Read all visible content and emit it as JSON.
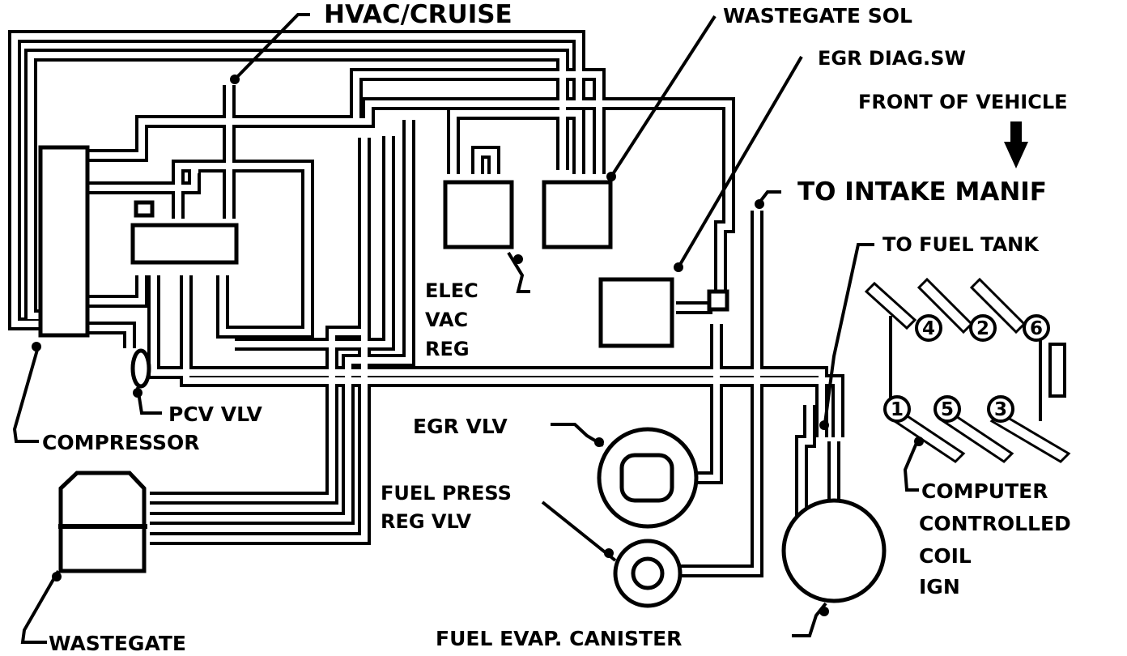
{
  "labels": {
    "hvac_cruise": "HVAC/CRUISE",
    "wastegate_sol": "WASTEGATE SOL",
    "egr_diag_sw": "EGR DIAG.SW",
    "front_of_vehicle": "FRONT OF VEHICLE",
    "to_intake_manif": "TO INTAKE MANIF",
    "to_fuel_tank": "TO FUEL TANK",
    "elec_vac_reg": [
      "ELEC",
      "VAC",
      "REG"
    ],
    "pcv_vlv": "PCV VLV",
    "compressor": "COMPRESSOR",
    "egr_vlv": "EGR  VLV",
    "fuel_press_reg_vlv": [
      "FUEL PRESS",
      "REG VLV"
    ],
    "computer_controlled_coil_ign": [
      "COMPUTER",
      "CONTROLLED",
      "COIL",
      "IGN"
    ],
    "wastegate": "WASTEGATE",
    "fuel_evap_canister": "FUEL EVAP. CANISTER"
  },
  "coil_numbers": [
    "4",
    "2",
    "6",
    "1",
    "5",
    "3"
  ]
}
